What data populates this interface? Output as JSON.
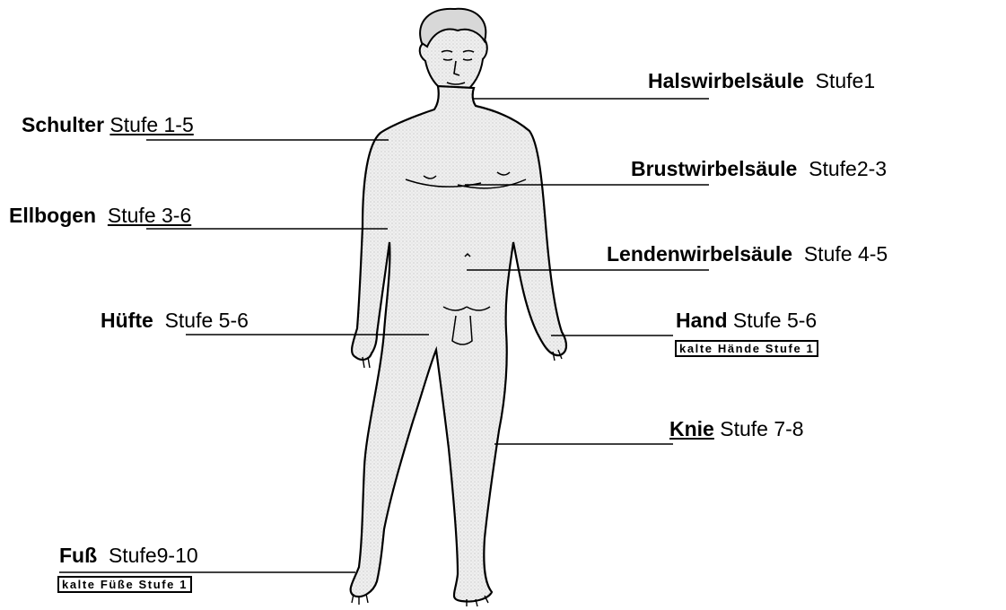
{
  "labels": {
    "halswirbelsaeule": {
      "part": "Halswirbelsäule",
      "stage": "Stufe1"
    },
    "schulter": {
      "part": "Schulter",
      "stage": "Stufe 1-5"
    },
    "brustwirbelsaeule": {
      "part": "Brustwirbelsäule",
      "stage": "Stufe2-3"
    },
    "ellbogen": {
      "part": "Ellbogen",
      "stage": "Stufe 3-6"
    },
    "lendenwirbelsaeule": {
      "part": "Lendenwirbelsäule",
      "stage": "Stufe 4-5"
    },
    "huefte": {
      "part": "Hüfte",
      "stage": "Stufe 5-6"
    },
    "hand": {
      "part": "Hand",
      "stage": "Stufe 5-6",
      "note": "kalte Hände Stufe 1"
    },
    "knie": {
      "part": "Knie",
      "stage": "Stufe 7-8"
    },
    "fuss": {
      "part": "Fuß",
      "stage": "Stufe9-10",
      "note": "kalte Füße Stufe 1"
    }
  },
  "colors": {
    "figure_fill": "#ececec",
    "outline": "#000000",
    "background": "#ffffff"
  }
}
